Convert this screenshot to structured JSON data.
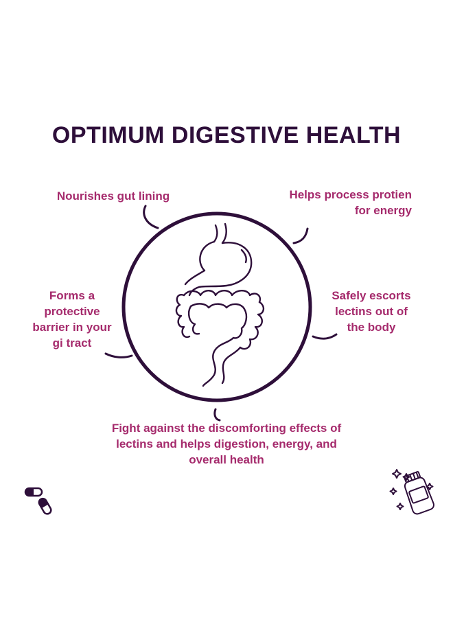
{
  "title": "OPTIMUM DIGESTIVE HEALTH",
  "benefits": {
    "top_left": [
      "Nourishes gut lining"
    ],
    "top_right": [
      "Helps process protien",
      "for energy"
    ],
    "mid_left": [
      "Forms a",
      "protective",
      "barrier in your",
      "gi tract"
    ],
    "mid_right": [
      "Safely escorts",
      "lectins out of",
      "the body"
    ],
    "bottom": [
      "Fight against the discomforting effects of",
      "lectins and helps digestion, energy, and",
      "overall health"
    ]
  },
  "icons": {
    "center": "digestive-system-icon",
    "bottom_left": "capsule-icon",
    "bottom_right": "supplement-bottle-icon"
  },
  "colors": {
    "title": "#2e0f3a",
    "accent": "#a52a6c",
    "line": "#2e0f3a"
  }
}
